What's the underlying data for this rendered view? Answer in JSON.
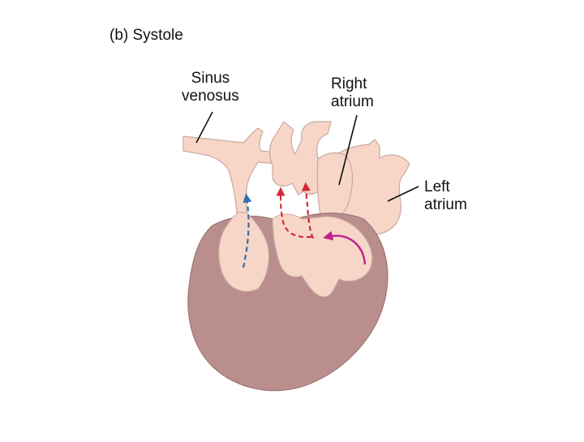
{
  "title": "(b) Systole",
  "labels": {
    "sinus_venosus": {
      "line1": "Sinus",
      "line2": "venosus"
    },
    "right_atrium": {
      "line1": "Right",
      "line2": "atrium"
    },
    "left_atrium": {
      "line1": "Left",
      "line2": "atrium"
    }
  },
  "colors": {
    "ventricle": "#bb8e8e",
    "chambers": "#f7d6c8",
    "outline": "#8a6a66",
    "arrow_blue": "#2e6fb0",
    "arrow_red": "#d4283a",
    "arrow_magenta": "#c01f8c"
  }
}
